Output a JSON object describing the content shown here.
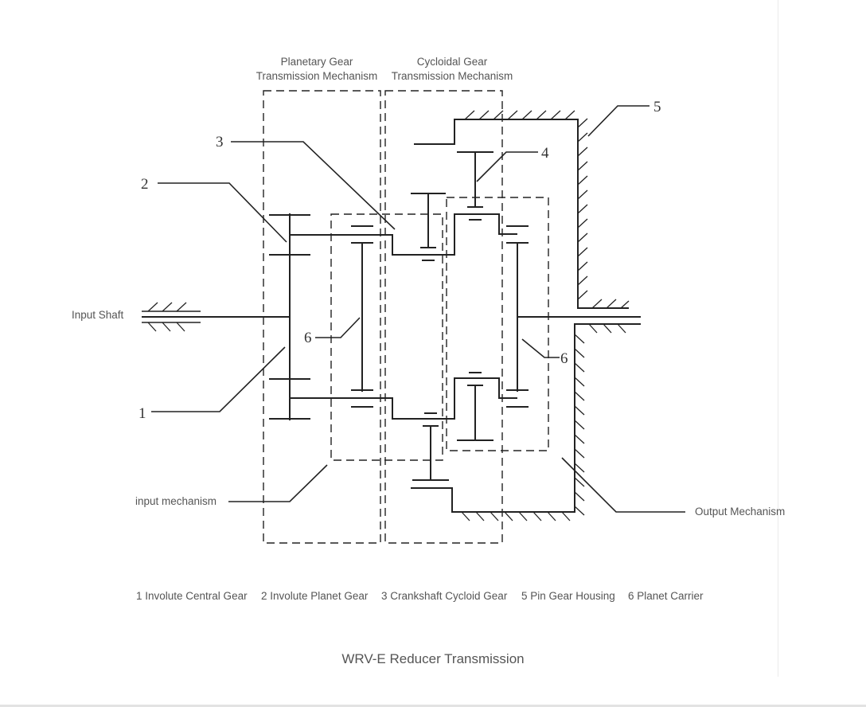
{
  "labels": {
    "planetary_line1": "Planetary Gear",
    "planetary_line2": "Transmission Mechanism",
    "cycloidal_line1": "Cycloidal Gear",
    "cycloidal_line2": "Transmission  Mechanism",
    "input_shaft": "Input Shaft",
    "input_mechanism": "input mechanism",
    "output_mechanism": "Output Mechanism"
  },
  "numbers": {
    "n1": "1",
    "n2": "2",
    "n3": "3",
    "n4": "4",
    "n5": "5",
    "n6a": "6",
    "n6b": "6"
  },
  "legend": {
    "item1": "1 Involute Central Gear",
    "item2": "2 Involute Planet Gear",
    "item3": "3 Crankshaft Cycloid Gear",
    "item5": "5 Pin Gear Housing",
    "item6": "6 Planet Carrier"
  },
  "caption": "WRV-E Reducer Transmission"
}
